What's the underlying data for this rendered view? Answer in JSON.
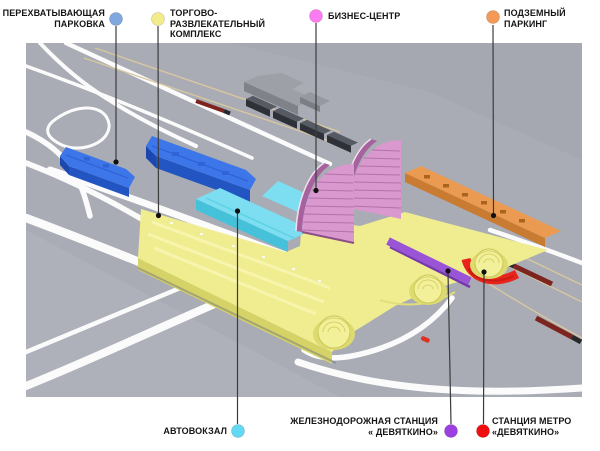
{
  "legend": {
    "items": [
      {
        "id": "intercepting-parking",
        "lines": [
          "ПЕРЕХВАТЫВАЮЩАЯ",
          "ПАРКОВКА"
        ],
        "dot_color": "#7ea8de"
      },
      {
        "id": "shopping-entertainment-complex",
        "lines": [
          "ТОРГОВО-",
          "РАЗВЛЕКАТЕЛЬНЫЙ",
          "КОМПЛЕКС"
        ],
        "dot_color": "#f2ec8b"
      },
      {
        "id": "business-center",
        "lines": [
          "БИЗНЕС-ЦЕНТР"
        ],
        "dot_color": "#f97cf0"
      },
      {
        "id": "underground-parking",
        "lines": [
          "ПОДЗЕМНЫЙ",
          "ПАРКИНГ"
        ],
        "dot_color": "#f49a56"
      },
      {
        "id": "bus-terminal",
        "lines": [
          "АВТОВОКЗАЛ"
        ],
        "dot_color": "#63d8f2"
      },
      {
        "id": "railway-station-devyatkino",
        "lines": [
          "ЖЕЛЕЗНОДОРОЖНАЯ СТАНЦИЯ",
          "« ДЕВЯТКИНО»"
        ],
        "dot_color": "#9b3fe3"
      },
      {
        "id": "metro-station-devyatkino",
        "lines": [
          "СТАНЦИЯ МЕТРО",
          "«ДЕВЯТКИНО»"
        ],
        "dot_color": "#ef0f0f"
      }
    ]
  },
  "scene_colors": {
    "ground": "#a9acb4",
    "road_white": "#fbfbfc",
    "rail_tan": "#d8c7a0",
    "parking_blue": "#3d76e8",
    "complex_yellow": "#f0ed90",
    "bus_terminal_cyan": "#7cdef0",
    "business_pink": "#d998ce",
    "underground_orange": "#eb9b51",
    "railway_purple": "#9a55d6",
    "metro_red": "#e8241c",
    "train_maroon": "#7e241e",
    "city_gray": "#9da0a6"
  }
}
